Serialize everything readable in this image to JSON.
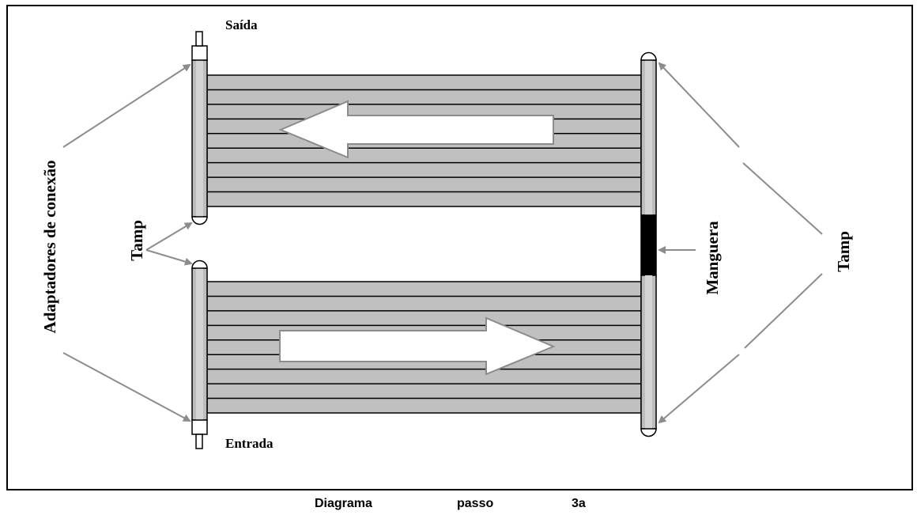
{
  "labels": {
    "outlet": "Saída",
    "inlet": "Entrada",
    "connectors": "Adaptadores de conexão",
    "cap_left": "Tamp",
    "cap_right": "Tamp",
    "hose": "Manguera"
  },
  "caption": {
    "word1": "Diagrama",
    "word2": "passo",
    "word3": "3a"
  },
  "colors": {
    "panel_fill": "#c0c0c0",
    "line": "#000000",
    "pointer": "#8c8c8c",
    "hose": "#000000",
    "arrow_fill": "#ffffff"
  },
  "panels": [
    {
      "id": "upper",
      "tubes": 9,
      "flow": "left"
    },
    {
      "id": "lower",
      "tubes": 9,
      "flow": "right"
    }
  ]
}
